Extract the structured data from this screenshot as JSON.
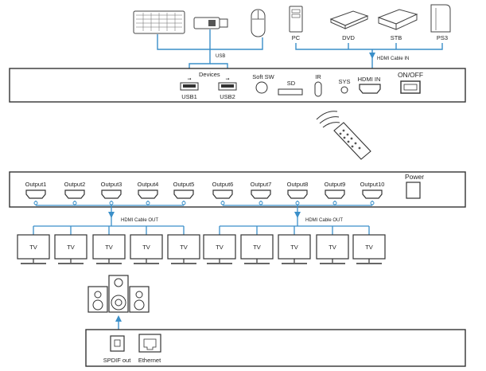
{
  "top_devices": {
    "pc": "PC",
    "dvd": "DVD",
    "stb": "STB",
    "ps3": "PS3"
  },
  "cables": {
    "usb": "USB",
    "hdmi_in": "HDMI Cable IN",
    "hdmi_out_left": "HDMI Cable OUT",
    "hdmi_out_right": "HDMI Cable OUT"
  },
  "front_panel": {
    "devices": "Devices",
    "usb1": "USB1",
    "usb2": "USB2",
    "soft_sw": "Soft SW",
    "sd": "SD",
    "ir": "IR",
    "sys": "SYS",
    "hdmi_in": "HDMI IN",
    "on_off": "ON/OFF"
  },
  "rear_panel": {
    "outputs": [
      "Output1",
      "Output2",
      "Output3",
      "Output4",
      "Output5",
      "Output6",
      "Output7",
      "Output8",
      "Output9",
      "Output10"
    ],
    "power": "Power"
  },
  "tvs": [
    "TV",
    "TV",
    "TV",
    "TV",
    "TV",
    "TV",
    "TV",
    "TV",
    "TV",
    "TV"
  ],
  "bottom_panel": {
    "spdif": "SPDIF out",
    "ethernet": "Ethernet"
  },
  "colors": {
    "wire": "#3a8fc9",
    "outline": "#333333"
  }
}
